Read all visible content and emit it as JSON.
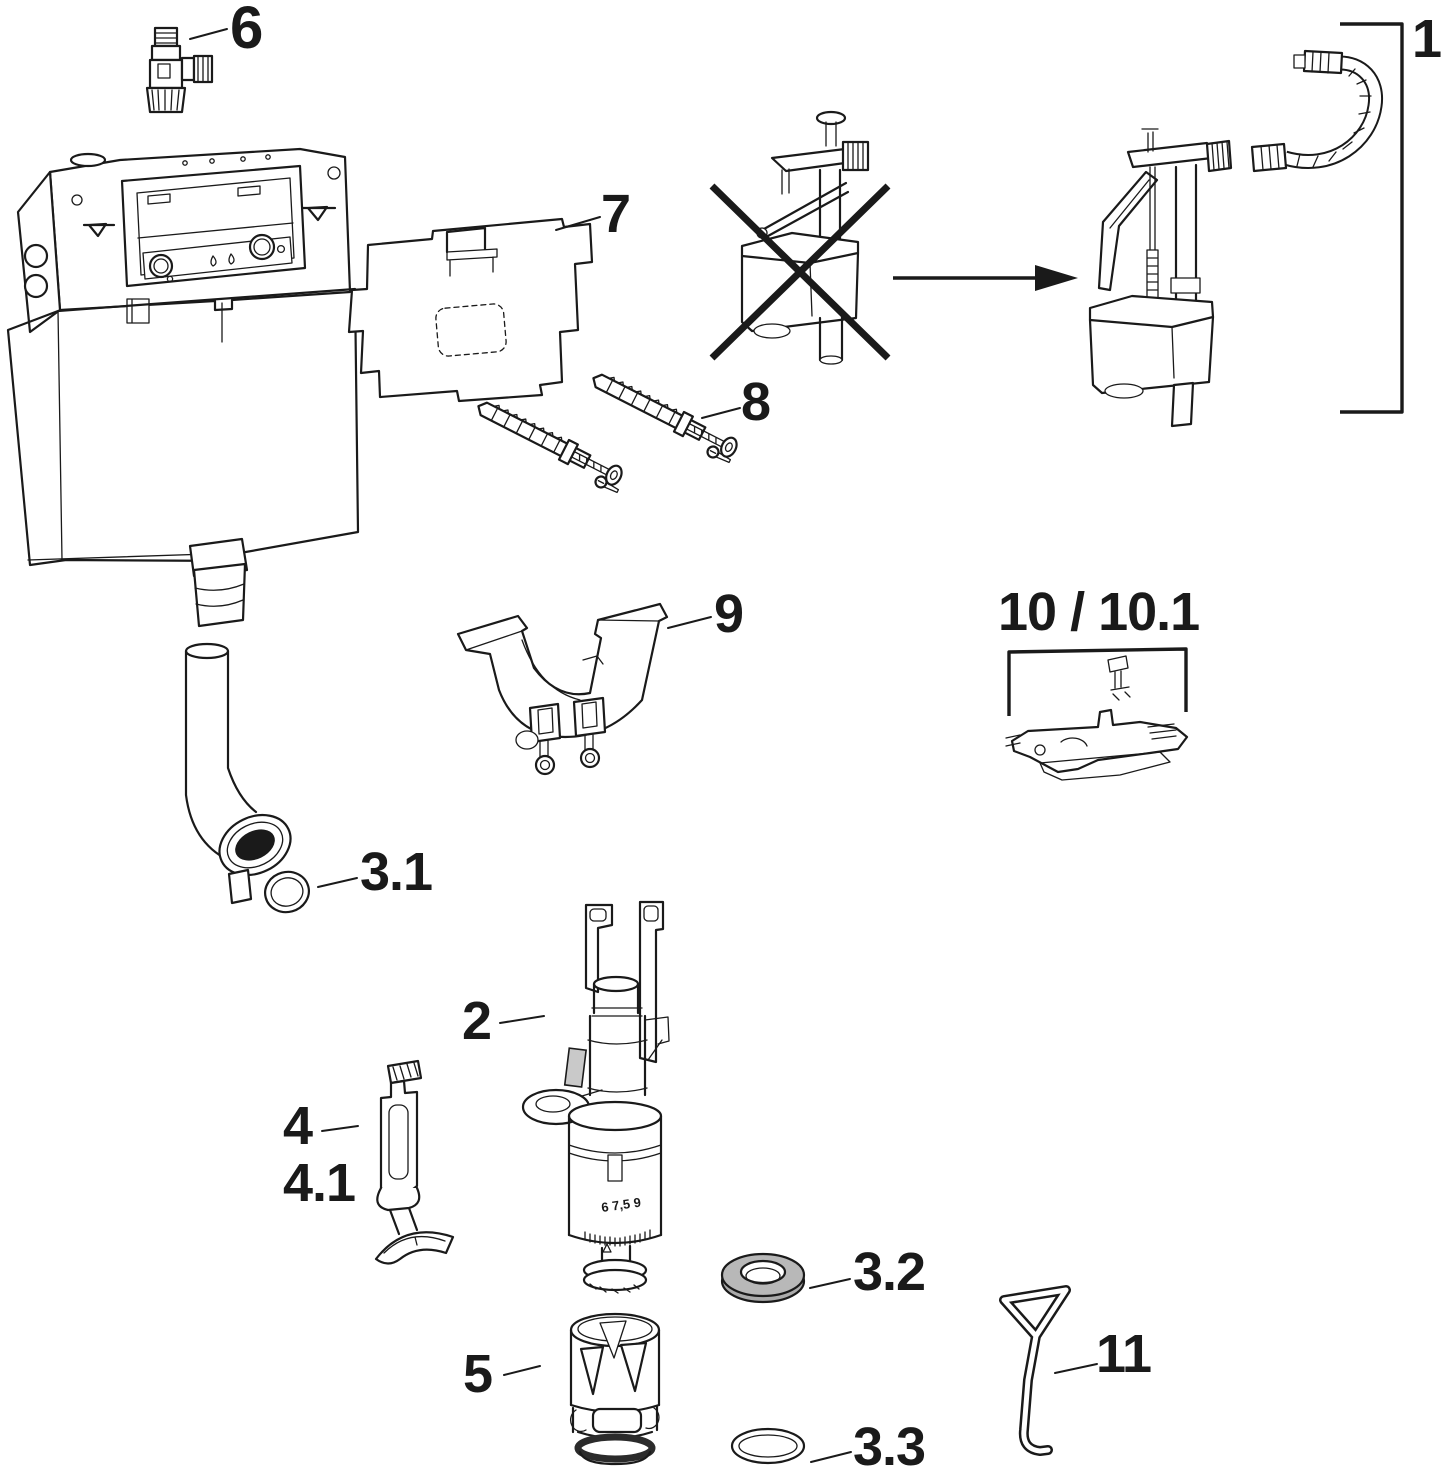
{
  "diagram": {
    "kind": "exploded-spare-parts-diagram-concealed-cistern",
    "background": "#ffffff",
    "line_color": "#1a1a1a",
    "washer_fill": "#ababab",
    "clip_fill": "#c9c9c9",
    "flush_valve_scale": "6 7,5 9"
  },
  "parts": [
    {
      "label": "1",
      "name": "fill-valve-with-flex-hose"
    },
    {
      "label": "2",
      "name": "flush-valve"
    },
    {
      "label": "3.1",
      "name": "flush-bend-seal-ring"
    },
    {
      "label": "3.2",
      "name": "flat-washer-seal"
    },
    {
      "label": "3.3",
      "name": "o-ring-seal"
    },
    {
      "label": "4",
      "name": "lift-lever"
    },
    {
      "label": "4.1",
      "name": "lift-lever-variant"
    },
    {
      "label": "5",
      "name": "valve-seat-basket"
    },
    {
      "label": "6",
      "name": "angle-stop-valve"
    },
    {
      "label": "7",
      "name": "protection-cover-plate"
    },
    {
      "label": "8",
      "name": "wall-anchor-and-screw-set"
    },
    {
      "label": "9",
      "name": "push-rod-bracket"
    },
    {
      "label": "10 / 10.1",
      "name": "actuating-lever-assembly"
    },
    {
      "label": "11",
      "name": "service-hook-tool"
    }
  ]
}
